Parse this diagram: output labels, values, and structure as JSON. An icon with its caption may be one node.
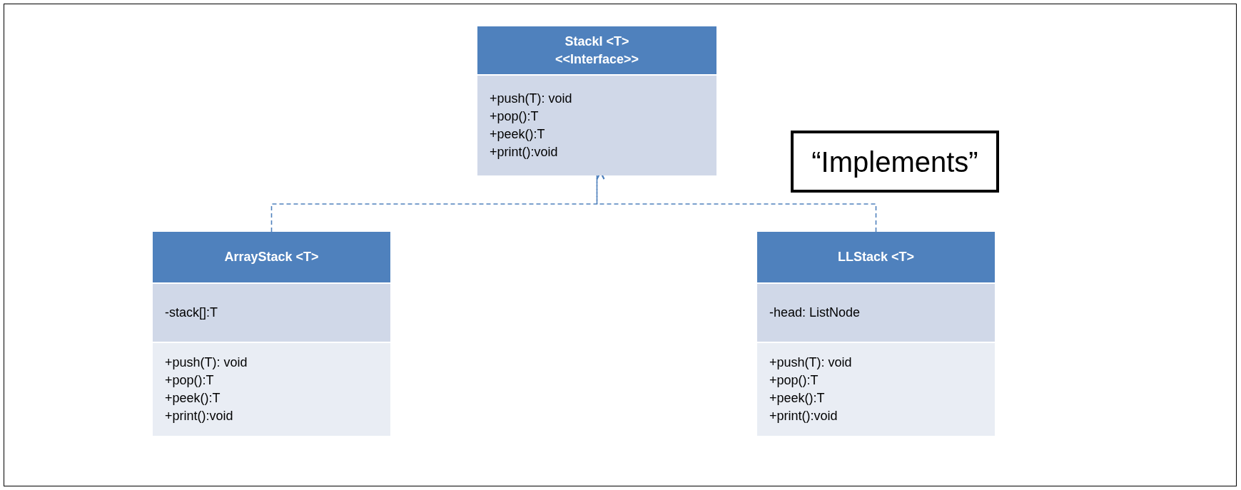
{
  "diagram": {
    "nodes": [
      {
        "text": [],
        "shape": "box"
      },
      {
        "text": [
          "StackI <T> <<Interface>>"
        ],
        "in": 0
      },
      {
        "text": [
          "+push(T): void",
          "+pop():T",
          "+peek():T",
          "+print():void"
        ],
        "in": 0
      },
      {
        "text": [
          "“Implements”"
        ]
      },
      {
        "text": [],
        "shape": "box"
      },
      {
        "text": [
          "ArrayStack <T>"
        ],
        "in": 4
      },
      {
        "text": [
          "-stack[]:T"
        ],
        "in": 4
      },
      {
        "text": [
          "+push(T): void",
          "+pop():T",
          "+peek():T",
          "+print():void"
        ],
        "in": 4
      },
      {
        "text": [],
        "shape": "box"
      },
      {
        "text": [
          "LLStack <T>"
        ],
        "in": 8
      },
      {
        "text": [
          "-head: ListNode"
        ],
        "in": 8
      },
      {
        "text": [
          "+push(T): void",
          "+pop():T",
          "+peek():T",
          "+print():void"
        ],
        "in": 8
      }
    ],
    "edges": [
      {
        "from": 4,
        "to": 0,
        "arrow": "to",
        "style": "dashed"
      },
      {
        "from": 8,
        "to": 0,
        "arrow": "to",
        "style": "dashed"
      }
    ]
  }
}
